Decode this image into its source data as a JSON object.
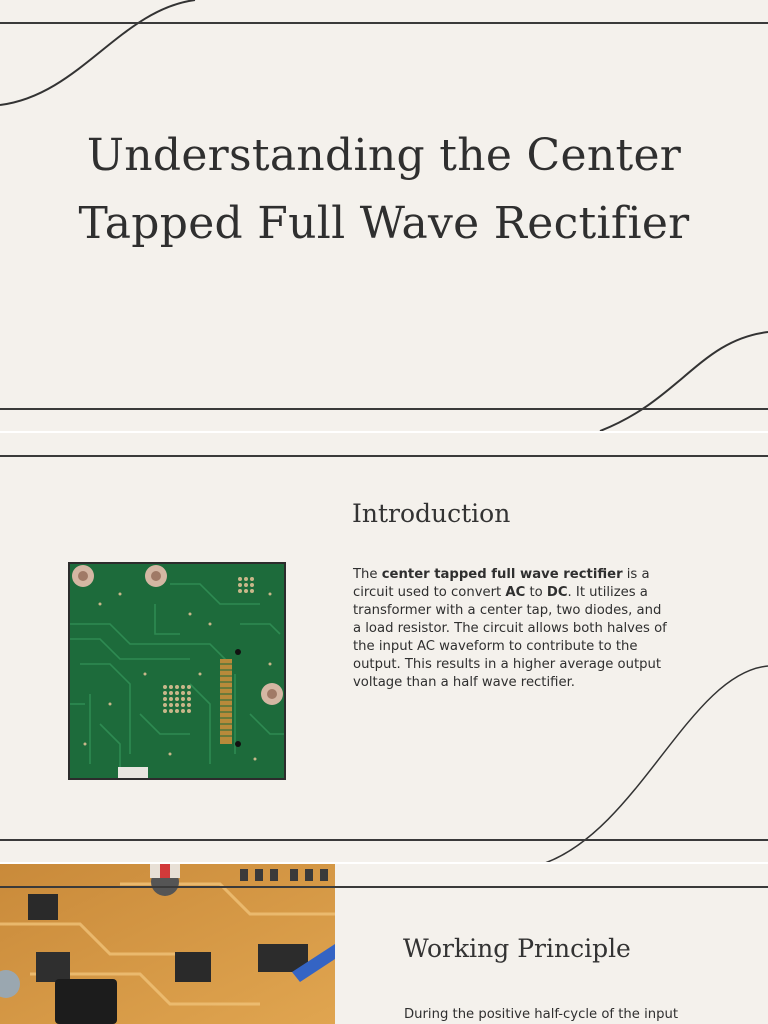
{
  "slide1": {
    "title_line1": "Understanding the Center",
    "title_line2": "Tapped Full Wave Rectifier"
  },
  "intro": {
    "heading": "Introduction",
    "text_1": "The ",
    "bold_1": "center tapped full wave rectifier",
    "text_2": " is a circuit used to convert ",
    "bold_2": "AC",
    "text_3": " to ",
    "bold_3": "DC",
    "text_4": ". It utilizes a transformer with a center tap, two diodes, and a load resistor. The circuit allows both halves of the input AC waveform to contribute to the output. This results in a higher average output voltage than a half wave rectifier.",
    "image_icon": "circuit-board-photo"
  },
  "working": {
    "heading": "Working Principle",
    "text": "During the positive half-cycle of the input",
    "image_icon": "electronic-components-photo"
  },
  "colors": {
    "background": "#f4f1ec",
    "line": "#3a3a3a",
    "text": "#2f2f2f",
    "pcb_green": "#1f6a3c",
    "pcb_orange": "#d99a3c"
  }
}
